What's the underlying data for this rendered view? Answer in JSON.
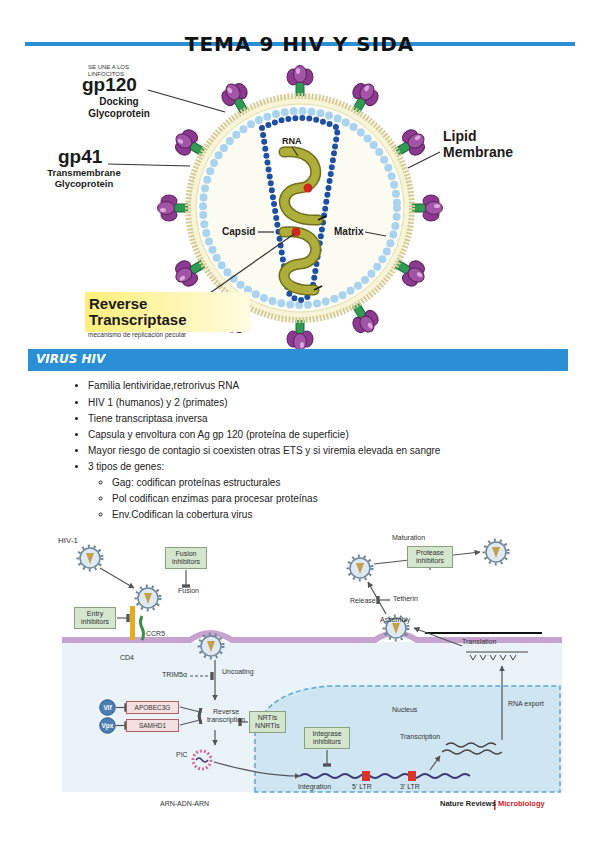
{
  "diagram": {
    "title": "TEMA 9 HIV Y SIDA",
    "nodes": [
      {
        "text": [
          "Reverse Transcriptase"
        ]
      },
      {
        "text": [
          "VIRUS HIV"
        ]
      },
      {
        "text": [
          "Fusion inhibitors"
        ]
      },
      {
        "text": [
          "Protease inhibitors"
        ]
      },
      {
        "text": [
          "Entry inhibitors"
        ]
      },
      {
        "text": [
          "Vif"
        ]
      },
      {
        "text": [
          "APOBEC3G"
        ]
      },
      {
        "text": [
          "Vpx"
        ]
      },
      {
        "text": [
          "SAMHD1"
        ]
      },
      {
        "text": [
          "NRTIs NNRTIs"
        ]
      },
      {
        "text": [
          "Integrase inhibitors"
        ]
      }
    ],
    "edges": [
      {
        "from": 5,
        "to": 6,
        "arrow": "to"
      },
      {
        "from": 7,
        "to": 8,
        "arrow": "to"
      }
    ],
    "labels": [
      "SE UNE A LOS LINFOCITOS",
      "gp120",
      "Docking Glycoprotein",
      "gp41",
      "Transmembrane Glycoprotein",
      "RNA",
      "Capsid",
      "Matrix",
      "Lipid Membrane",
      "mecanismo de replicación pecular",
      "Familia lentiviridae,retrorivus RNA",
      "HIV 1 (humanos) y 2 (primates)",
      "Tiene transcriptasa inversa",
      "Capsula y envoltura con Ag gp 120 (proteína de superficie)",
      "Mayor riesgo de contagio si coexisten otras ETS y si viremia elevada en sangre",
      "3 tipos de genes:",
      "Gag: codifican proteínas estructurales",
      "Pol codifican enzimas para procesar proteínas",
      "Env.Codifican la cobertura virus",
      "HIV-1",
      "Maturation",
      "Fusion",
      "Release",
      "Tetherin",
      "Assembly",
      "CCR5",
      "CD4",
      "TRIM5α",
      "Uncoating",
      "Translation",
      "Reverse transcription",
      "Nucleus",
      "RNA export",
      "PIC",
      "Transcription",
      "Integration",
      "5' LTR",
      "3' LTR",
      "ARN-ADN-ARN",
      "Nature Reviews",
      "Microbiology"
    ]
  }
}
